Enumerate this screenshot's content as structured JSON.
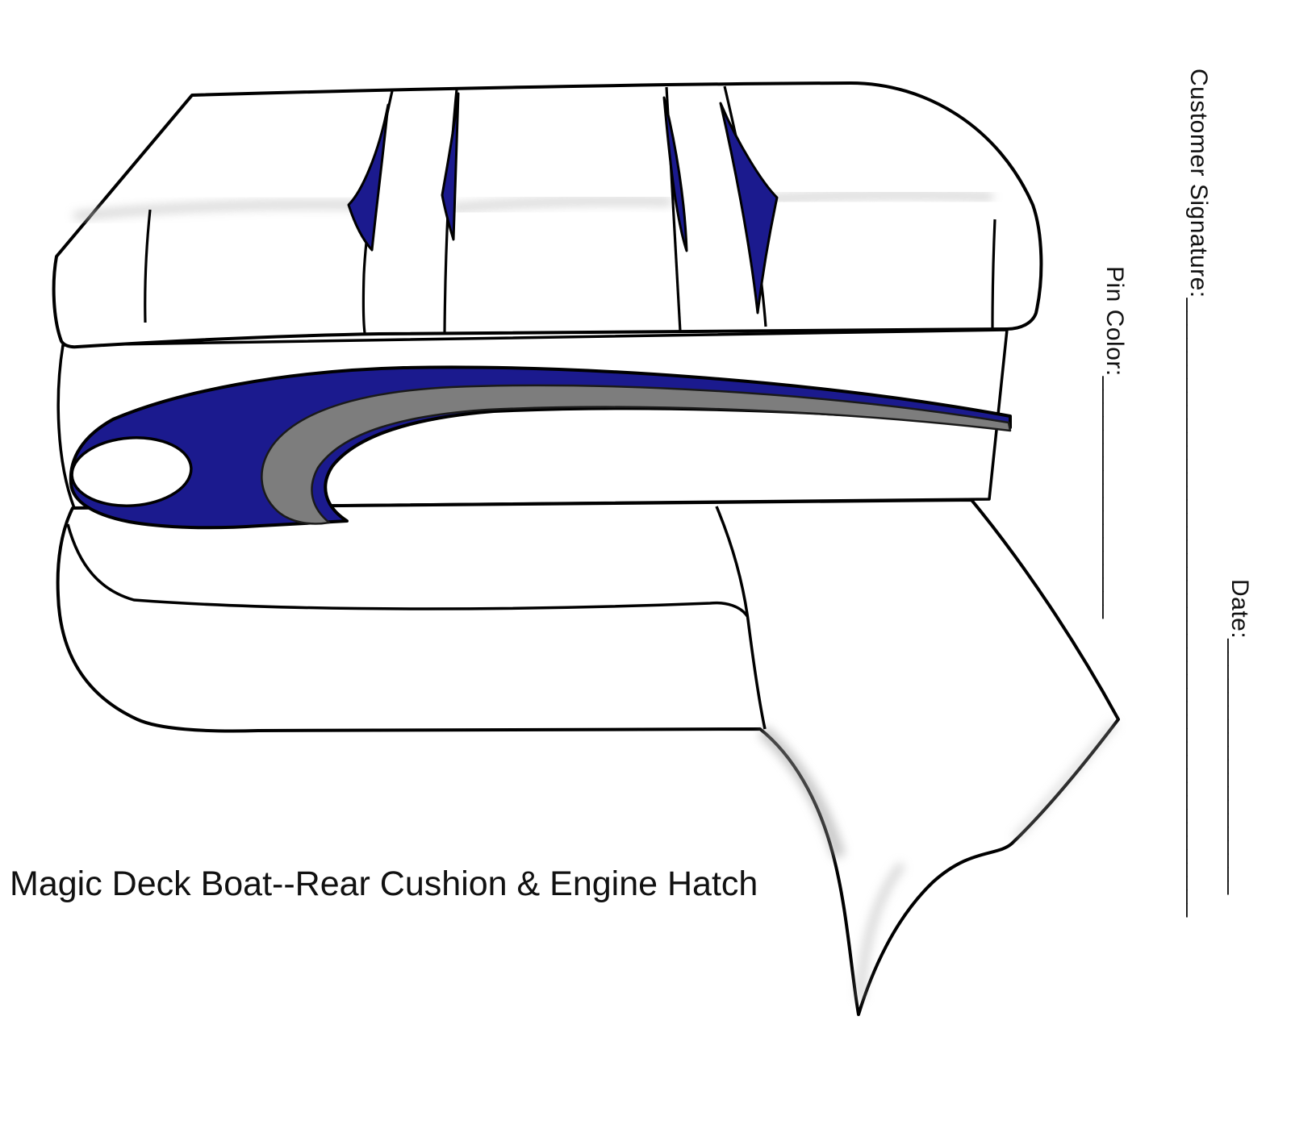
{
  "title": "Magic Deck Boat--Rear Cushion & Engine Hatch",
  "form": {
    "customer_signature": {
      "label": "Customer Signature:",
      "line": "______________________________________________"
    },
    "pin_color": {
      "label": "Pin Color:",
      "line": "__________________"
    },
    "date": {
      "label": "Date:",
      "line": "___________________"
    }
  },
  "colors": {
    "navy": "#1b1a8e",
    "gray": "#7d7d7d",
    "outline": "#000000",
    "paper": "#ffffff"
  }
}
